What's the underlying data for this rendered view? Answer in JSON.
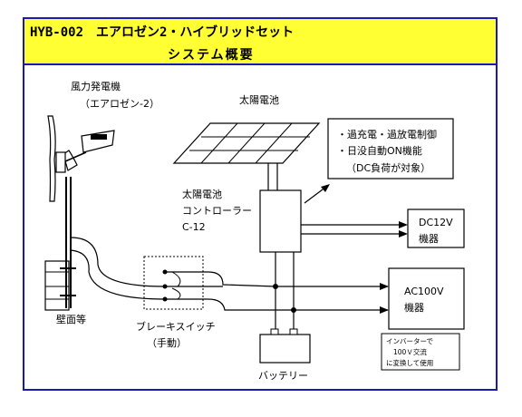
{
  "title": {
    "line1": "HYB-002　エアロゼン2・ハイブリッドセット",
    "line2": "システム概要"
  },
  "labels": {
    "wind": "風力発電機",
    "wind_model": "（エアロゼン-2）",
    "solar": "太陽電池",
    "controller1": "太陽電池",
    "controller2": "コントローラー",
    "controller3": "C-12",
    "dc_load1": "DC12V",
    "dc_load2": "機器",
    "ac_load1": "AC100V",
    "ac_load2": "機器",
    "inverter1": "インバーターで",
    "inverter2": "100Ｖ交流",
    "inverter3": "に変換して使用",
    "battery": "バッテリー",
    "brake1": "ブレーキスイッチ",
    "brake2": "（手動）",
    "wall": "壁面等",
    "feature1": "・過充電・過放電制御",
    "feature2": "・日没自動ON機能",
    "feature3": "（DC負荷が対象）"
  }
}
